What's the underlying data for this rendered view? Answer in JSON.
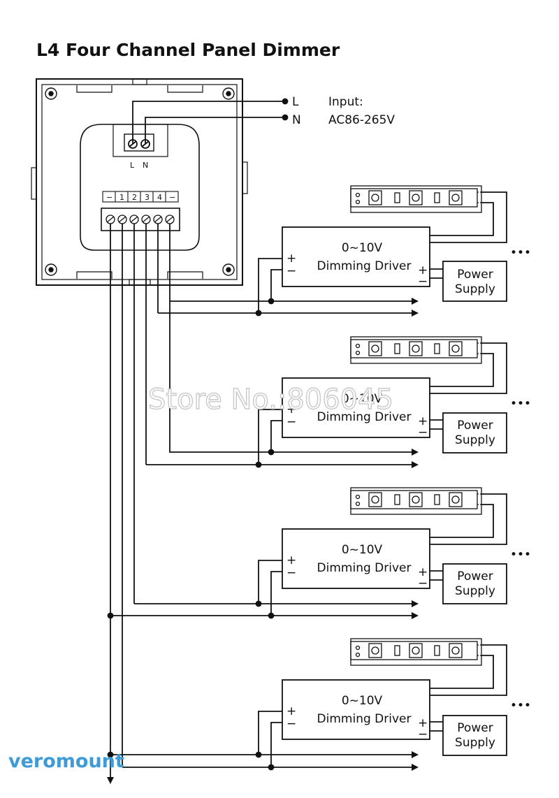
{
  "diagram": {
    "title": "L4 Four Channel Panel Dimmer",
    "input": {
      "heading": "Input:",
      "voltage": "AC86-265V",
      "line_label": "L",
      "neutral_label": "N"
    },
    "device": {
      "terminal_in_labels": [
        "L",
        "N"
      ],
      "terminal_out_labels": [
        "−",
        "1",
        "2",
        "3",
        "4",
        "−"
      ]
    },
    "channels": [
      {
        "driver_line1": "0~10V",
        "driver_line2": "Dimming Driver",
        "plus": "+",
        "minus": "−",
        "out_plus": "+",
        "out_minus": "−",
        "supply_line1": "Power",
        "supply_line2": "Supply",
        "more": "•••"
      },
      {
        "driver_line1": "0~10V",
        "driver_line2": "Dimming Driver",
        "plus": "+",
        "minus": "−",
        "out_plus": "+",
        "out_minus": "−",
        "supply_line1": "Power",
        "supply_line2": "Supply",
        "more": "•••"
      },
      {
        "driver_line1": "0~10V",
        "driver_line2": "Dimming Driver",
        "plus": "+",
        "minus": "−",
        "out_plus": "+",
        "out_minus": "−",
        "supply_line1": "Power",
        "supply_line2": "Supply",
        "more": "•••"
      },
      {
        "driver_line1": "0~10V",
        "driver_line2": "Dimming Driver",
        "plus": "+",
        "minus": "−",
        "out_plus": "+",
        "out_minus": "−",
        "supply_line1": "Power",
        "supply_line2": "Supply",
        "more": "•••"
      }
    ]
  },
  "watermark": "Store No.:806045",
  "brand": {
    "logo": "veromount",
    "colors": [
      "#3f9bd8",
      "#7b5cc4",
      "#e07aa0",
      "#f2a33c",
      "#4fbf7a"
    ]
  }
}
